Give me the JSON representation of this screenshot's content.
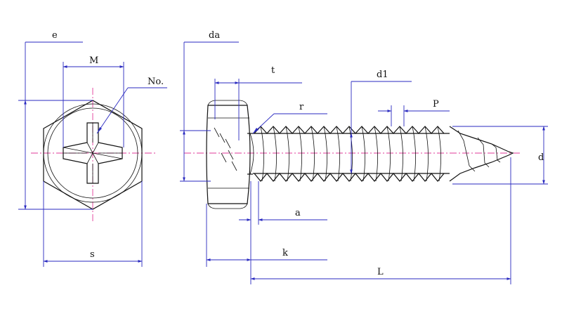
{
  "diagram": {
    "labels": {
      "e": "e",
      "M": "M",
      "No": "No.",
      "s": "s",
      "da": "da",
      "t": "t",
      "r": "r",
      "d1": "d1",
      "P": "P",
      "d": "d",
      "a": "a",
      "k": "k",
      "L": "L"
    },
    "colors": {
      "outline": "#111111",
      "dimension": "#2a2ac0",
      "centerline": "#e23a9a"
    }
  }
}
